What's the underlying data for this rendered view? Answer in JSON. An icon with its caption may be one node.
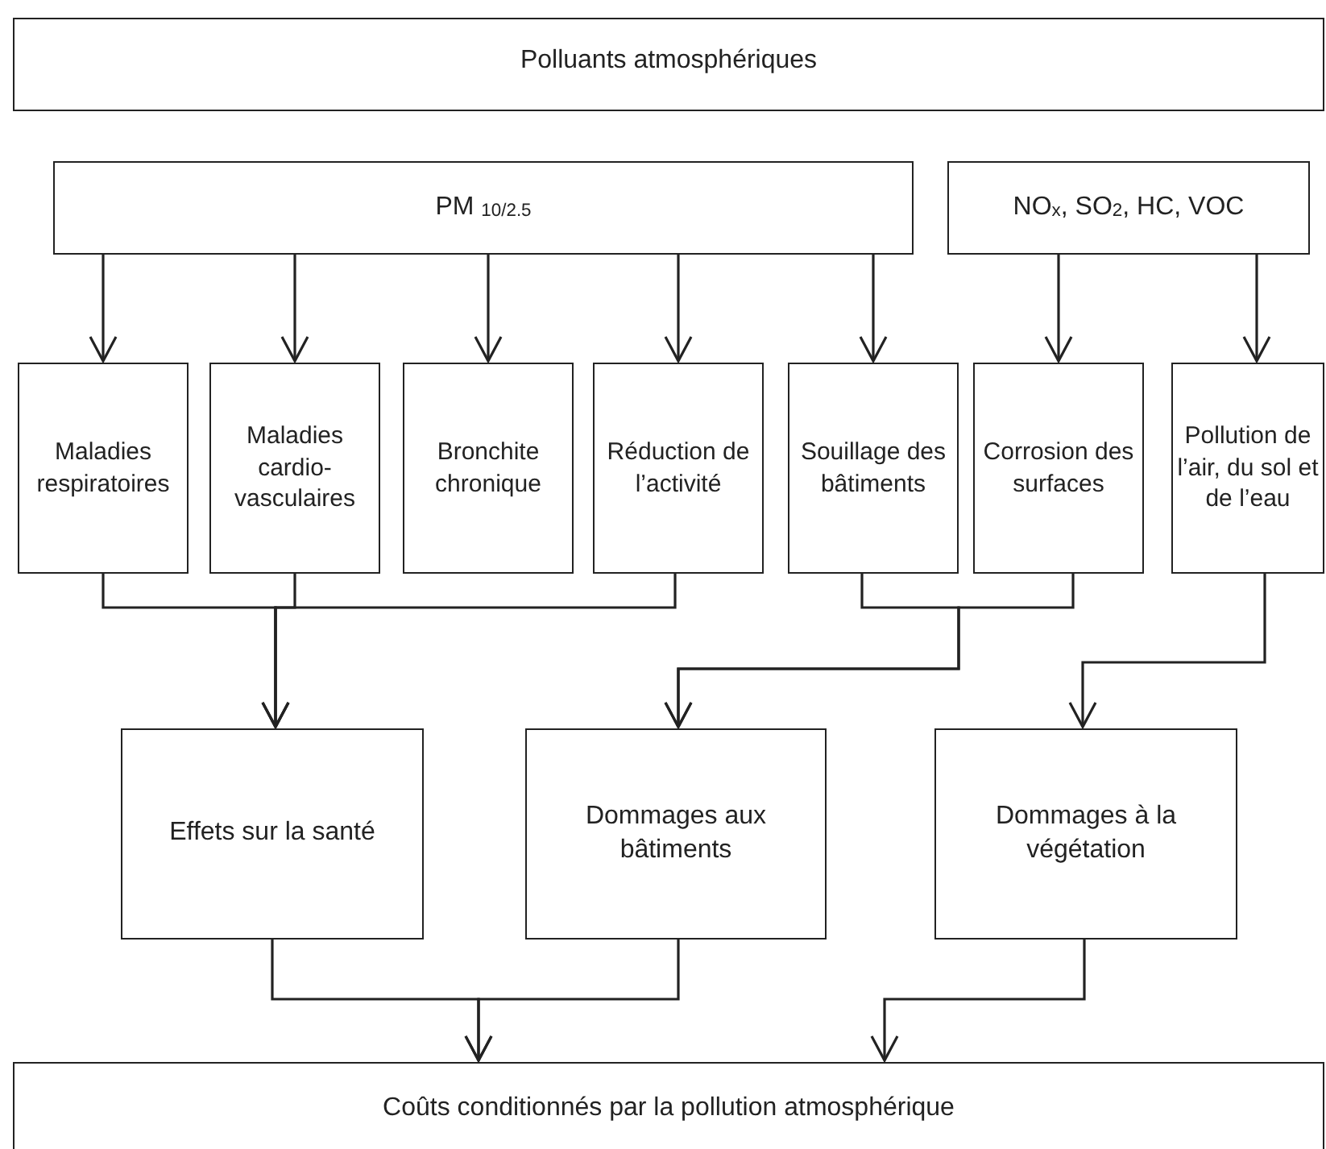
{
  "diagram": {
    "nodes": [
      {
        "text": [
          "Polluants atmosphériques"
        ]
      },
      {
        "text": [
          "PM $_{10/2.5}$"
        ]
      },
      {
        "text": [
          "NO$_{x}$, SO$_{2}$, HC, VOC"
        ]
      },
      {
        "text": [
          "Maladies respiratoires"
        ]
      },
      {
        "text": [
          "Maladies cardio-vasculaires"
        ]
      },
      {
        "text": [
          "Bronchite chronique"
        ]
      },
      {
        "text": [
          "Réduction de l’activité"
        ]
      },
      {
        "text": [
          "Souillage des bâtiments"
        ]
      },
      {
        "text": [
          "Corrosion des surfaces"
        ]
      },
      {
        "text": [
          "Pollution de l’air, du sol et de l’eau"
        ]
      },
      {
        "text": [
          "Effets sur la santé"
        ]
      },
      {
        "text": [
          "Dommages aux bâtiments"
        ]
      },
      {
        "text": [
          "Dommages à la végétation"
        ]
      },
      {
        "text": [
          "Coûts conditionnés par la pollution atmosphérique"
        ]
      }
    ],
    "edges": [
      {
        "from": 1,
        "to": 3,
        "arrow": "to"
      },
      {
        "from": 1,
        "to": 4,
        "arrow": "to"
      },
      {
        "from": 1,
        "to": 5,
        "arrow": "to"
      },
      {
        "from": 1,
        "to": 6,
        "arrow": "to"
      },
      {
        "from": 1,
        "to": 7,
        "arrow": "to"
      },
      {
        "from": 2,
        "to": 8,
        "arrow": "to"
      },
      {
        "from": 2,
        "to": 9,
        "arrow": "to"
      },
      {
        "from": 3,
        "to": 10,
        "arrow": "to"
      },
      {
        "from": 4,
        "to": 10,
        "arrow": "to"
      },
      {
        "from": 6,
        "to": 10,
        "arrow": "to"
      },
      {
        "from": 7,
        "to": 11,
        "arrow": "to"
      },
      {
        "from": 8,
        "to": 11,
        "arrow": "to"
      },
      {
        "from": 9,
        "to": 12,
        "arrow": "to"
      },
      {
        "from": 10,
        "to": 13,
        "arrow": "to"
      },
      {
        "from": 11,
        "to": 13,
        "arrow": "to"
      },
      {
        "from": 12,
        "to": 13,
        "arrow": "to"
      }
    ]
  }
}
